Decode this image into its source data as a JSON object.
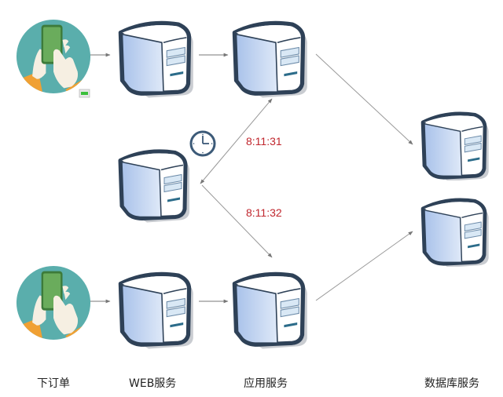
{
  "diagram": {
    "column_labels": {
      "order": "下订单",
      "web": "WEB服务",
      "app": "应用服务",
      "db": "数据库服务"
    },
    "timestamps": {
      "first": "8:11:31",
      "second": "8:11:32"
    },
    "nodes": [
      {
        "id": "client-1",
        "type": "phone-user"
      },
      {
        "id": "client-2",
        "type": "phone-user"
      },
      {
        "id": "web-1",
        "type": "server"
      },
      {
        "id": "web-2",
        "type": "server"
      },
      {
        "id": "app-1",
        "type": "server"
      },
      {
        "id": "app-2",
        "type": "server"
      },
      {
        "id": "time-server",
        "type": "server"
      },
      {
        "id": "db-1",
        "type": "server"
      },
      {
        "id": "db-2",
        "type": "server"
      }
    ],
    "edges": [
      {
        "from": "client-1",
        "to": "web-1"
      },
      {
        "from": "web-1",
        "to": "app-1"
      },
      {
        "from": "app-1",
        "to": "db-1"
      },
      {
        "from": "client-2",
        "to": "web-2"
      },
      {
        "from": "web-2",
        "to": "app-2"
      },
      {
        "from": "app-2",
        "to": "db-2"
      },
      {
        "from": "time-server",
        "to": "app-1",
        "label": "8:11:31"
      },
      {
        "from": "time-server",
        "to": "app-2",
        "label": "8:11:32"
      }
    ],
    "icons": {
      "clock": "clock-icon",
      "badge": "battery-icon"
    },
    "colors": {
      "timestamp": "#c0262d",
      "circle": "#5aaeac",
      "phone": "#6aac5c",
      "sleeve": "#f0a033",
      "server_outline": "#2e4157",
      "server_face": "#b7cdee",
      "arrow": "#888888"
    }
  }
}
